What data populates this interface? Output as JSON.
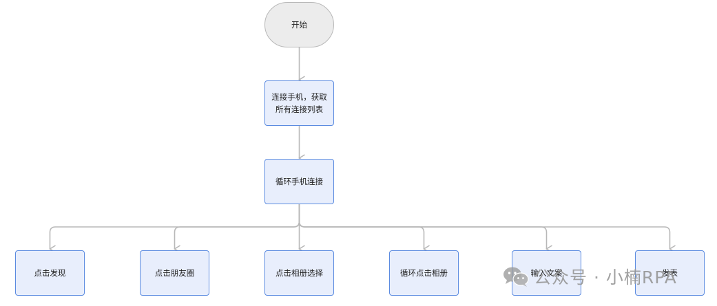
{
  "nodes": {
    "start": "开始",
    "connect": [
      "连接手机，获取",
      "所有连接列表"
    ],
    "loop": "循环手机连接",
    "children": [
      "点击发现",
      "点击朋友圈",
      "点击相册选择",
      "循环点击相册",
      "输入文案",
      "发表"
    ]
  },
  "watermark": "公众号 · 小楠RPA",
  "colors": {
    "box_fill": "#e8eefc",
    "box_border": "#5b8be0",
    "terminal_fill": "#ececec",
    "terminal_border": "#b8b8b8",
    "connector": "#b8b8b8"
  }
}
